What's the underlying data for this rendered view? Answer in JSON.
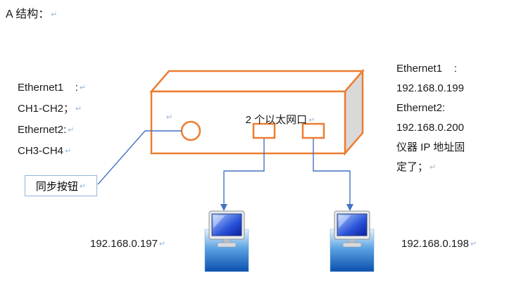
{
  "title": "A 结构：",
  "marks": {
    "para": "↵"
  },
  "device": {
    "ports_label": "2 个以太网口",
    "sync_button_label": "同步按钮"
  },
  "left_panel": {
    "lines": [
      "Ethernet1    :",
      "CH1-CH2；",
      "Ethernet2:",
      "CH3-CH4"
    ]
  },
  "right_panel": {
    "lines": [
      "Ethernet1    :",
      "192.168.0.199",
      "Ethernet2:",
      "192.168.0.200",
      "仪器 IP 地址固",
      "定了；"
    ]
  },
  "computers": [
    {
      "ip": "192.168.0.197"
    },
    {
      "ip": "192.168.0.198"
    }
  ],
  "colors": {
    "box_stroke": "#ED7D31",
    "box_side_fill": "#D9D9D9",
    "connector": "#4472C4"
  }
}
